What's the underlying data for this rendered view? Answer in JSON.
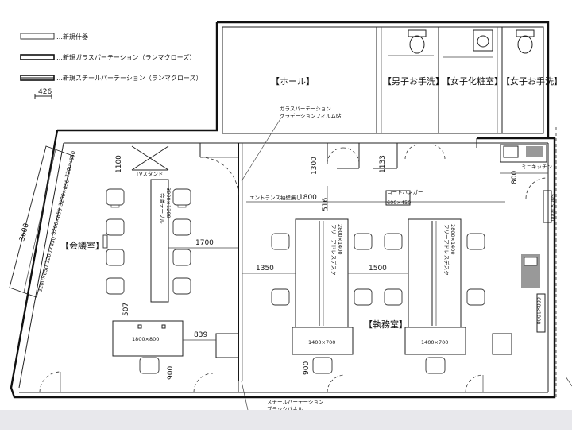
{
  "legend": [
    {
      "text": "…新規什器"
    },
    {
      "text": "…新規ガラスパーテーション（ランマクローズ）"
    },
    {
      "text": "…新規スチールパーテーション（ランマクローズ）"
    }
  ],
  "scale_label": "426",
  "rooms": {
    "hall": "【ホール】",
    "mens_restroom": "【男子お手洗】",
    "powder_room": "【女子化粧室】",
    "womens_restroom": "【女子お手洗】",
    "meeting_room": "【会議室】",
    "office": "【執務室】"
  },
  "annotations": {
    "glass_partition": "ガラスパーテーション",
    "gradation_film": "グラデーションフィルム貼",
    "tv_stand": "TVスタンド",
    "entrance_label": "エントランス袖壁無し",
    "coat_hanger": "コートハンガー",
    "coat_hanger_size": "600×450",
    "mini_kitchen": "ミニキッチン",
    "steel_partition": "スチールパーテーション",
    "black_panel": "ブラックパネル",
    "meeting_table": "会議テーブル",
    "meeting_table_size": "3000×1200",
    "office_desk_a": "フリーアドレスデスク",
    "office_desk_a_size": "2800×1400",
    "office_desk_b": "フリーアドレスデスク",
    "office_desk_b_size": "2800×1400",
    "window_units": [
      "3200×850",
      "3200×850",
      "3200×850",
      "3200×850",
      "3200×850"
    ],
    "right_cabinet_top": "500×1000",
    "right_cabinet_bottom": "600×1000"
  },
  "dimensions": {
    "d3600": "3600",
    "d1100": "1100",
    "d1700": "1700",
    "d507": "507",
    "d839": "839",
    "d900_left": "900",
    "d1300": "1300",
    "d1133": "1133",
    "d1800": "1800",
    "d516": "516",
    "d1350": "1350",
    "d1500": "1500",
    "d900_right": "900",
    "d800": "800"
  },
  "furniture": {
    "side_table": "1800×800",
    "desk_left": "1400×700",
    "desk_right": "1400×700"
  }
}
